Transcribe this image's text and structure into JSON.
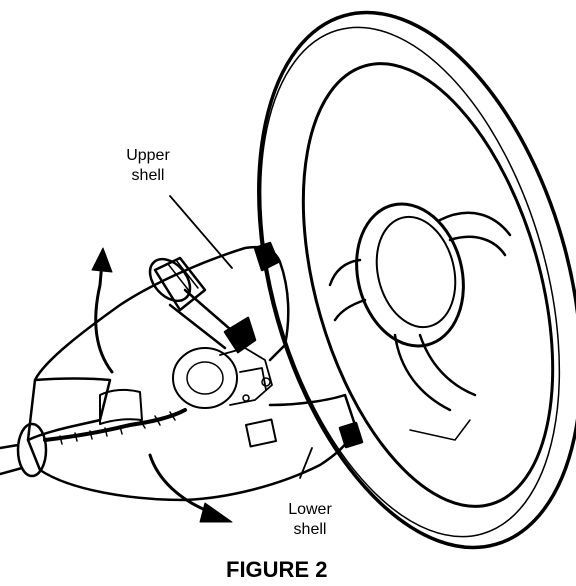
{
  "labels": {
    "upper_shell_line1": "Upper",
    "upper_shell_line2": "shell",
    "lower_shell_line1": "Lower",
    "lower_shell_line2": "shell"
  },
  "caption": "FIGURE 2",
  "colors": {
    "ink": "#000000",
    "background": "#ffffff"
  }
}
